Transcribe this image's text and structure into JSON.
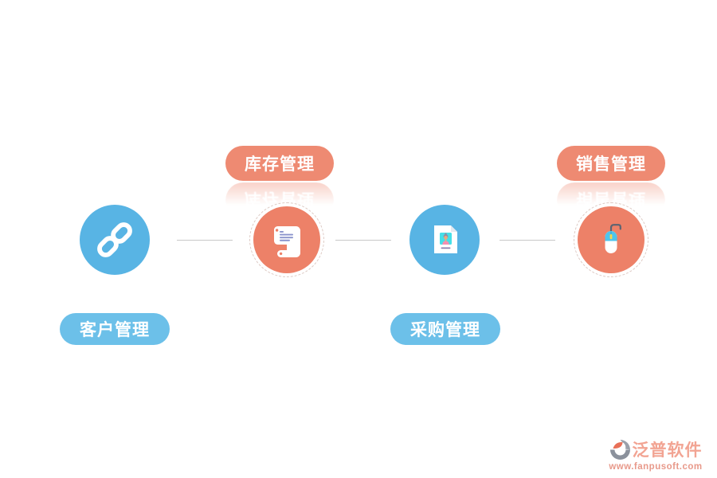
{
  "diagram": {
    "background_color": "#ffffff",
    "connector_color": "#c9c9c9",
    "nodes": [
      {
        "label": "客户管理",
        "icon": "chain-link-icon",
        "circle_color": "#58b4e4",
        "pill_color": "#6cc0e9",
        "label_position": "bottom"
      },
      {
        "label": "库存管理",
        "icon": "scroll-icon",
        "circle_color": "#ed8168",
        "pill_color": "#ee8a72",
        "label_position": "top",
        "dashed_ring": true,
        "label_reflection": true
      },
      {
        "label": "采购管理",
        "icon": "id-card-icon",
        "circle_color": "#58b4e4",
        "pill_color": "#6cc0e9",
        "label_position": "bottom"
      },
      {
        "label": "销售管理",
        "icon": "computer-mouse-icon",
        "circle_color": "#ed8168",
        "pill_color": "#ee8a72",
        "label_position": "top",
        "dashed_ring": true,
        "label_reflection": true
      }
    ]
  },
  "footer": {
    "brand": "泛普软件",
    "website": "www.fanpusoft.com",
    "brand_color": "#f2a493",
    "website_color": "#e8998a"
  }
}
